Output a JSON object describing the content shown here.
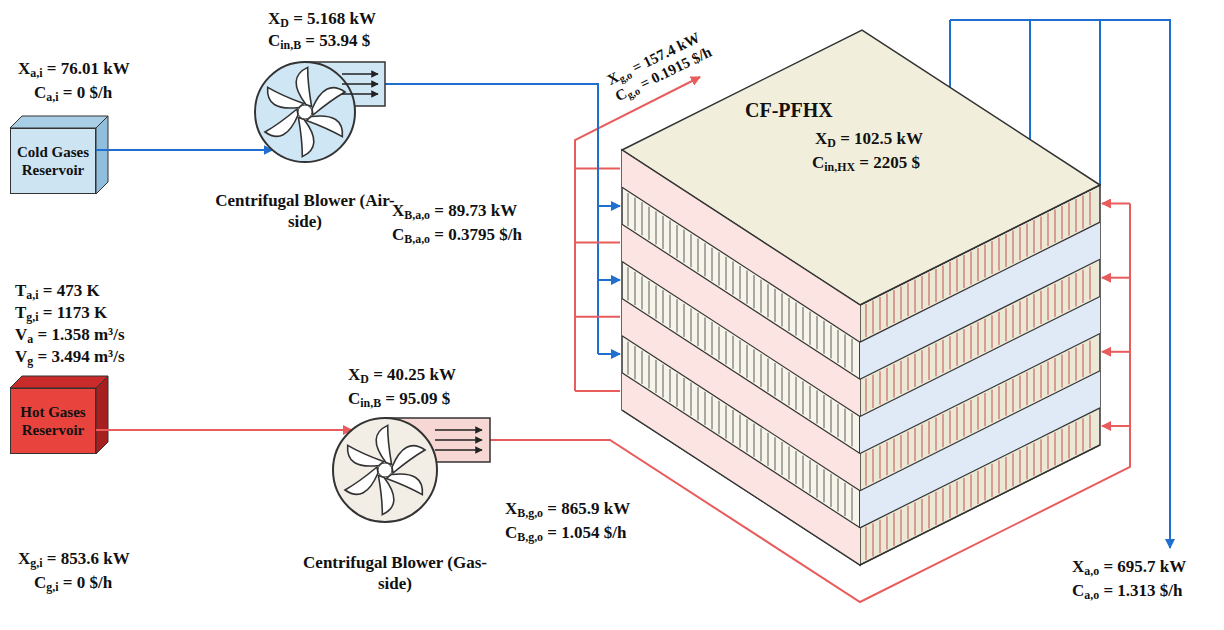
{
  "diagram": {
    "nodes": [
      {
        "text": [
          "Cold Gases Reservoir"
        ]
      },
      {
        "text": [
          "Centrifugal Blower (Air-side)"
        ]
      },
      {
        "text": [
          "CF-PFHX",
          "XD = 102.5 kW",
          "Cin,HX = 2205 $"
        ]
      },
      {
        "text": [
          "Hot Gases Reservoir"
        ]
      },
      {
        "text": [
          "Centrifugal Blower (Gas-side)"
        ]
      }
    ],
    "edges": [
      {
        "from": 0,
        "to": 1,
        "arrow": "to"
      },
      {
        "from": 1,
        "to": 2,
        "arrow": "to"
      },
      {
        "from": 3,
        "to": 4,
        "arrow": "to"
      },
      {
        "from": 4,
        "to": 2,
        "arrow": "to"
      }
    ],
    "labels": [
      "Xa,i = 76.01 kW",
      "Ca,i = 0 $/h",
      "XD = 5.168 kW",
      "Cin,B = 53.94 $",
      "XB,a,o = 89.73 kW",
      "CB,a,o = 0.3795 $/h",
      "Xg,o = 157.4 kW",
      "Cg,o = 0.1915 $/h",
      "Ta,i = 473 K",
      "Tg,i = 1173 K",
      "Va = 1.358 m³/s",
      "Vg = 3.494 m³/s",
      "XD = 40.25 kW",
      "Cin,B = 95.09 $",
      "XB,g,o = 865.9 kW",
      "CB,g,o = 1.054 $/h",
      "Xa,o = 695.7 kW",
      "Ca,o = 1.313 $/h",
      "Xg,i = 853.6 kW",
      "Cg,i = 0 $/h"
    ]
  }
}
